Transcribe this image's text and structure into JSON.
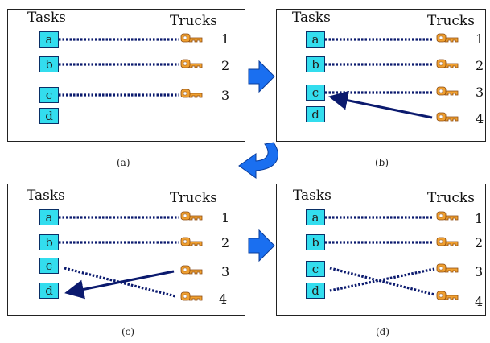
{
  "panels": [
    {
      "caption": "(a)",
      "tasks_label": "Tasks",
      "trucks_label": "Trucks",
      "tasks": [
        "a",
        "b",
        "c",
        "d"
      ],
      "trucks": [
        "1",
        "2",
        "3"
      ]
    },
    {
      "caption": "(b)",
      "tasks_label": "Tasks",
      "trucks_label": "Trucks",
      "tasks": [
        "a",
        "b",
        "c",
        "d"
      ],
      "trucks": [
        "1",
        "2",
        "3",
        "4"
      ]
    },
    {
      "caption": "(c)",
      "tasks_label": "Tasks",
      "trucks_label": "Trucks",
      "tasks": [
        "a",
        "b",
        "c",
        "d"
      ],
      "trucks": [
        "1",
        "2",
        "3",
        "4"
      ]
    },
    {
      "caption": "(d)",
      "tasks_label": "Tasks",
      "trucks_label": "Trucks",
      "tasks": [
        "a",
        "b",
        "c",
        "d"
      ],
      "trucks": [
        "1",
        "2",
        "3",
        "4"
      ]
    }
  ],
  "colors": {
    "task_fill": "#33ddee",
    "link": "#0b1a6e",
    "key": "#f0a030",
    "transition_arrow": "#1a6ff0"
  }
}
